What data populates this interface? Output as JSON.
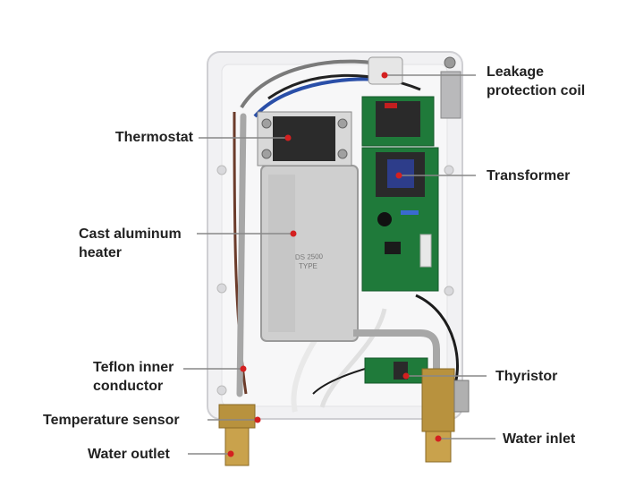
{
  "labels": {
    "leakage": "Leakage\nprotection coil",
    "thermostat": "Thermostat",
    "transformer": "Transformer",
    "cast_heater": "Cast aluminum\nheater",
    "teflon": "Teflon inner\nconductor",
    "thyristor": "Thyristor",
    "temp_sensor": "Temperature sensor",
    "water_outlet": "Water outlet",
    "water_inlet": "Water inlet"
  },
  "heater_stamp": "DS 2500\nTYPE",
  "colors": {
    "pointer_dot": "#d42020",
    "pcb_green": "#1f7a3a",
    "brass": "#b8923e",
    "aluminum": "#cfcfcf"
  }
}
